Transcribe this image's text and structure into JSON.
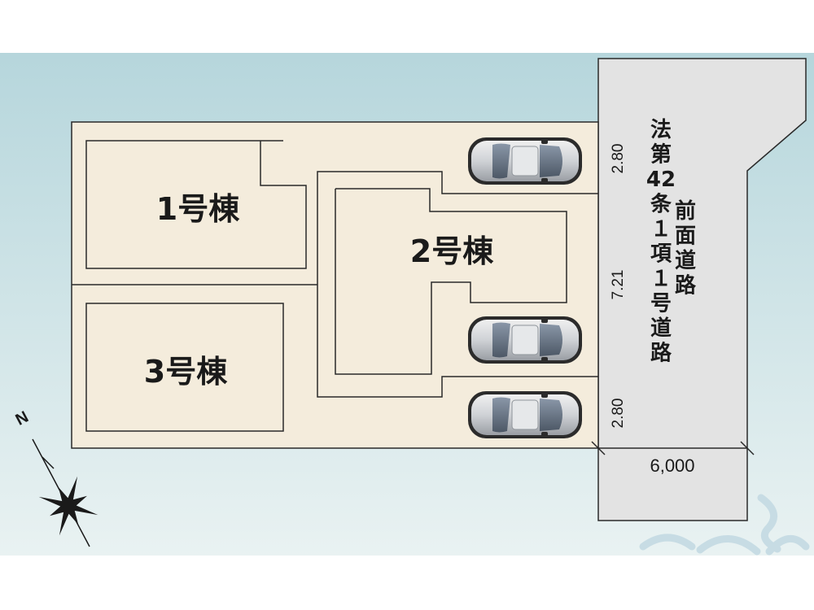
{
  "lots": [
    {
      "label": "1号棟"
    },
    {
      "label": "2号棟"
    },
    {
      "label": "3号棟"
    }
  ],
  "dimensions": {
    "top_parking": "2.80",
    "middle_frontage": "7.21",
    "bottom_parking": "2.80",
    "road_width": "6,000"
  },
  "road": {
    "label_col1": [
      "法",
      "第",
      "42",
      "条",
      "１",
      "項",
      "１",
      "号",
      "道",
      "路"
    ],
    "label_col2": [
      "前",
      "面",
      "道",
      "路"
    ]
  },
  "compass": {
    "north_label": "N"
  },
  "colors": {
    "lot_fill": "#f4ecdc",
    "road_fill": "#e3e3e3",
    "outline": "#2a2a2a",
    "sky_top": "#b6d6dc",
    "sky_bottom": "#e9f2f2"
  },
  "cars": [
    {
      "position": "top"
    },
    {
      "position": "middle"
    },
    {
      "position": "bottom"
    }
  ]
}
